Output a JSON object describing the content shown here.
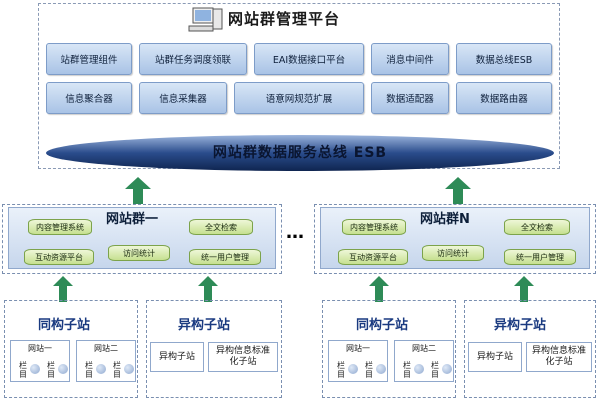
{
  "platform": {
    "title": "网站群管理平台",
    "modules_row1": [
      "站群管理组件",
      "站群任务调度领联",
      "EAI数据接口平台",
      "消息中间件",
      "数据总线ESB"
    ],
    "modules_row2": [
      "信息聚合器",
      "信息采集器",
      "语意网规范扩展",
      "数据适配器",
      "数据路由器"
    ]
  },
  "bus": {
    "label": "网站群数据服务总线 ESB"
  },
  "clusters": [
    {
      "title": "网站群一",
      "components": [
        "内容管理系统",
        "全文检索",
        "访问统计",
        "互动资源平台",
        "统一用户管理"
      ]
    },
    {
      "title": "网站群N",
      "components": [
        "内容管理系统",
        "全文检索",
        "访问统计",
        "互动资源平台",
        "统一用户管理"
      ]
    }
  ],
  "ellipsis": "…",
  "homogeneous": {
    "title": "同构子站",
    "site1": "网站一",
    "site2": "网站二",
    "column_chars": [
      "栏",
      "目"
    ]
  },
  "heterogeneous": {
    "title": "异构子站",
    "box1": "异构子站",
    "box2": "异构信息标准化子站"
  },
  "colors": {
    "module_fill": "#a9c3e6",
    "bus_fill": "#1f3f7a",
    "arrow": "#2e8b57",
    "cylinder": "#c6e090"
  }
}
